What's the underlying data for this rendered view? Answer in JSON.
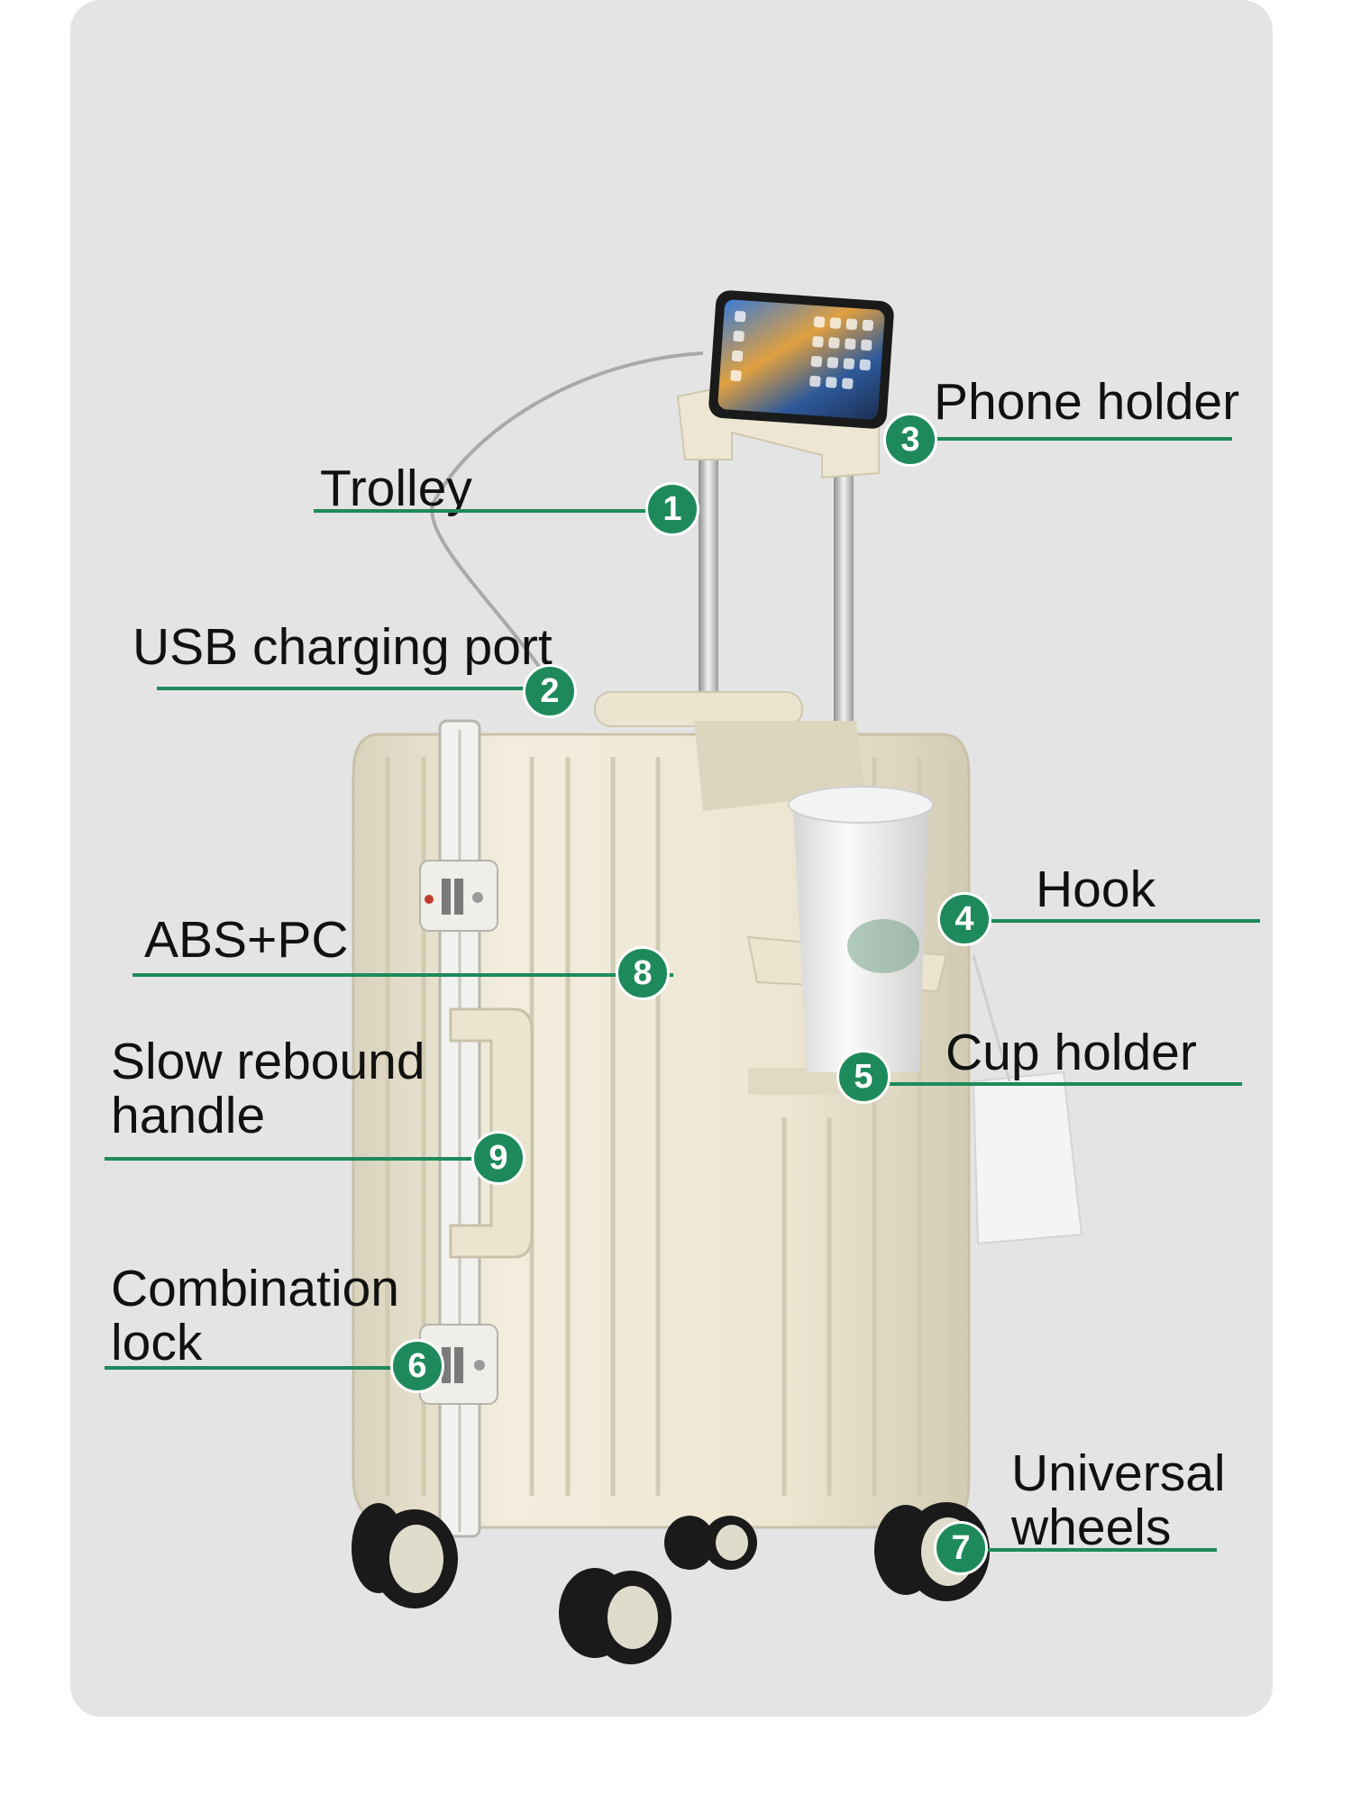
{
  "figure": {
    "subject": "carry-on suitcase",
    "accent_color": "#1e8a5c",
    "background_color": "#e4e4e4",
    "suitcase_color": "#ece7d6"
  },
  "callouts": [
    {
      "number": "1",
      "label": "Trolley"
    },
    {
      "number": "2",
      "label": "USB charging port"
    },
    {
      "number": "3",
      "label": "Phone holder"
    },
    {
      "number": "4",
      "label": "Hook"
    },
    {
      "number": "5",
      "label": "Cup holder"
    },
    {
      "number": "6",
      "label": "Combination lock"
    },
    {
      "number": "7",
      "label": "Universal wheels"
    },
    {
      "number": "8",
      "label": "ABS+PC"
    },
    {
      "number": "9",
      "label": "Slow rebound handle"
    }
  ]
}
